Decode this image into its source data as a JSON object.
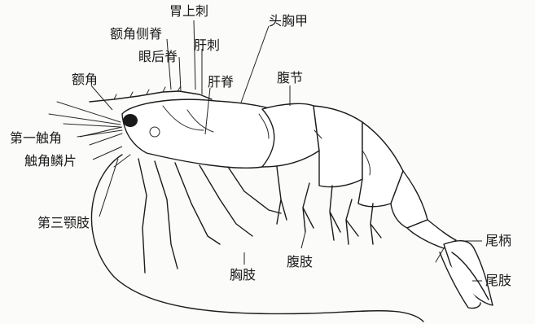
{
  "labels": {
    "rostrum_lateral_carina": "额角侧脊",
    "gastric_spine": "胃上刺",
    "carapace": "头胸甲",
    "postorbital_carina": "眼后脊",
    "hepatic_spine": "肝刺",
    "rostrum": "额角",
    "hepatic_carina": "肝脊",
    "abdominal_segment": "腹节",
    "first_antenna": "第一触角",
    "scaphocerite": "触角鳞片",
    "third_maxilliped": "第三颚肢",
    "pereiopod": "胸肢",
    "pleopod": "腹肢",
    "telson": "尾柄",
    "uropod": "尾肢"
  }
}
